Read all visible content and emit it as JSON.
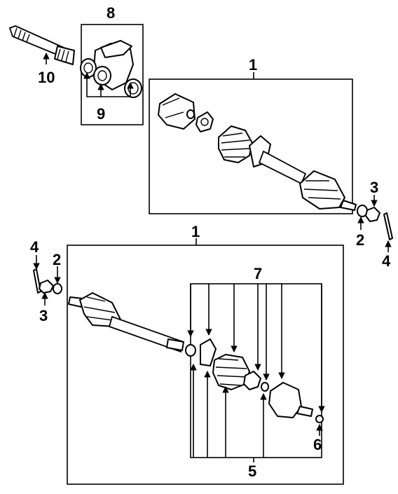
{
  "callouts": {
    "c8": "8",
    "c10": "10",
    "c9": "9",
    "c1_upper": "1",
    "c3_right": "3",
    "c2_right": "2",
    "c4_right": "4",
    "c1_lower": "1",
    "c4_left": "4",
    "c2_left": "2",
    "c3_left": "3",
    "c7": "7",
    "c6": "6",
    "c5": "5"
  },
  "colors": {
    "ink": "#000000",
    "paper": "#ffffff"
  },
  "icons": {
    "arrowhead": "triangle-arrow-icon"
  }
}
